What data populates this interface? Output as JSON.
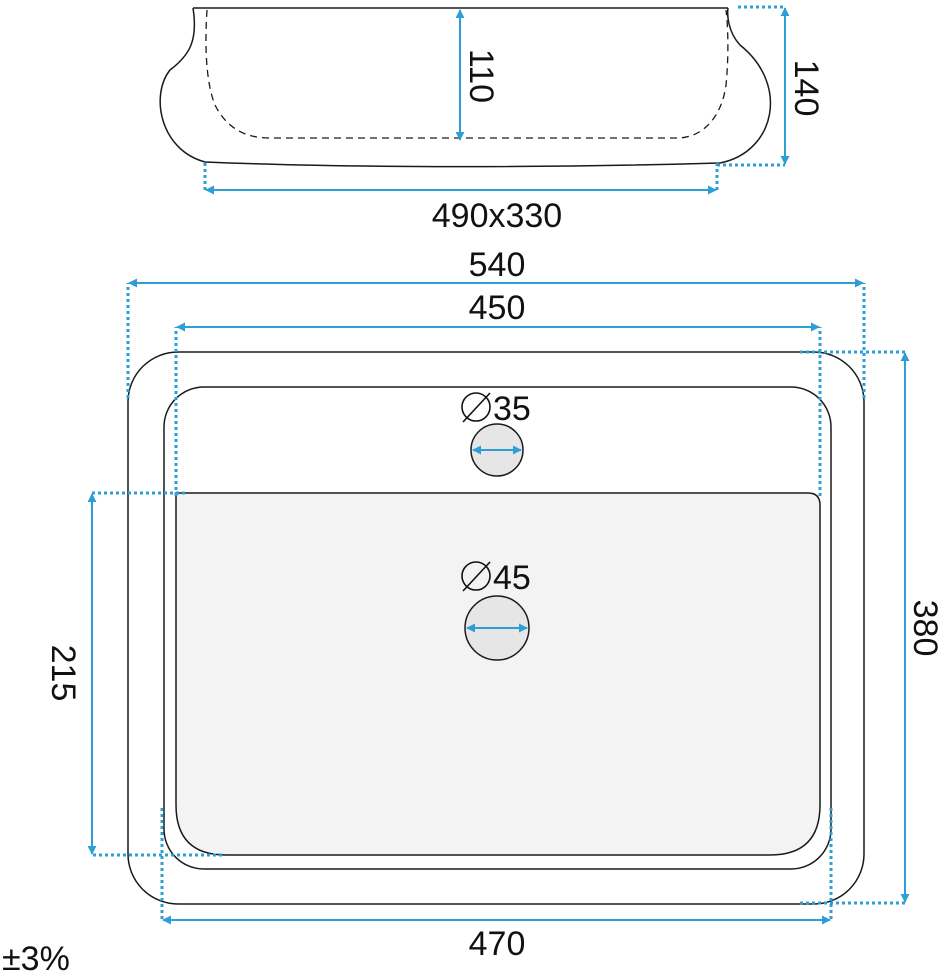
{
  "side_view": {
    "depth_label": "110",
    "height_label": "140",
    "size_label": "490x330"
  },
  "top_view": {
    "outer_width_label": "540",
    "inner_width_label": "450",
    "bottom_width_label": "470",
    "depth_label": "380",
    "bowl_depth_label": "215",
    "tap_hole_label": "35",
    "drain_label": "45"
  },
  "tolerance_label": "±3%",
  "colors": {
    "dimension": "#2e9fd6",
    "outline": "#1a1a1a",
    "bowl_fill": "#f3f3f3",
    "hole_fill": "#e6e6e6"
  }
}
